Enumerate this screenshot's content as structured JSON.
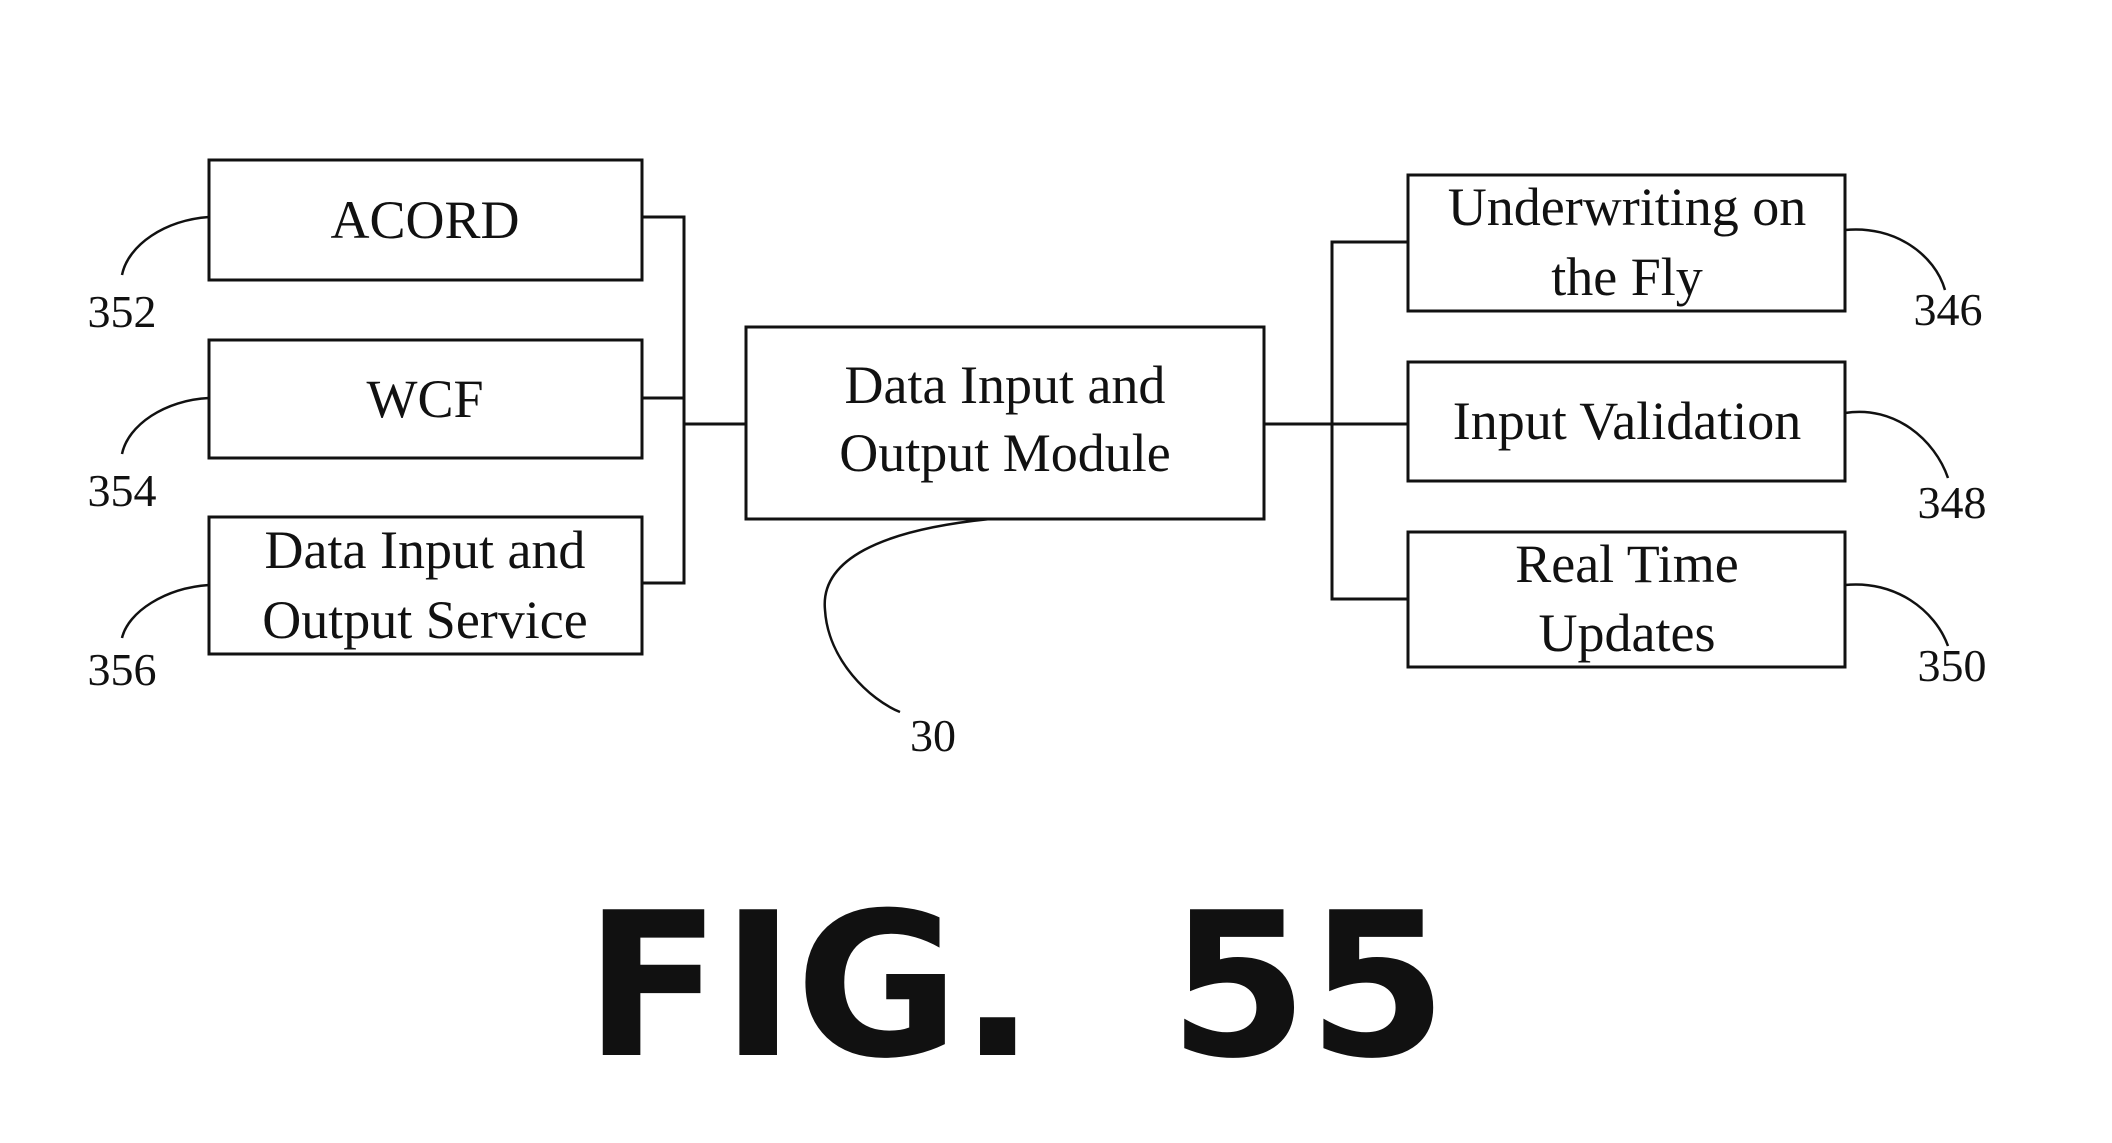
{
  "figure": {
    "label": "FIG.",
    "number": "55"
  },
  "center_module": {
    "line1": "Data Input and",
    "line2": "Output Module",
    "ref": "30"
  },
  "left_boxes": [
    {
      "line1": "ACORD",
      "line2": "",
      "ref": "352"
    },
    {
      "line1": "WCF",
      "line2": "",
      "ref": "354"
    },
    {
      "line1": "Data Input and",
      "line2": "Output Service",
      "ref": "356"
    }
  ],
  "right_boxes": [
    {
      "line1": "Underwriting on",
      "line2": "the Fly",
      "ref": "346"
    },
    {
      "line1": "Input Validation",
      "line2": "",
      "ref": "348"
    },
    {
      "line1": "Real Time",
      "line2": "Updates",
      "ref": "350"
    }
  ]
}
